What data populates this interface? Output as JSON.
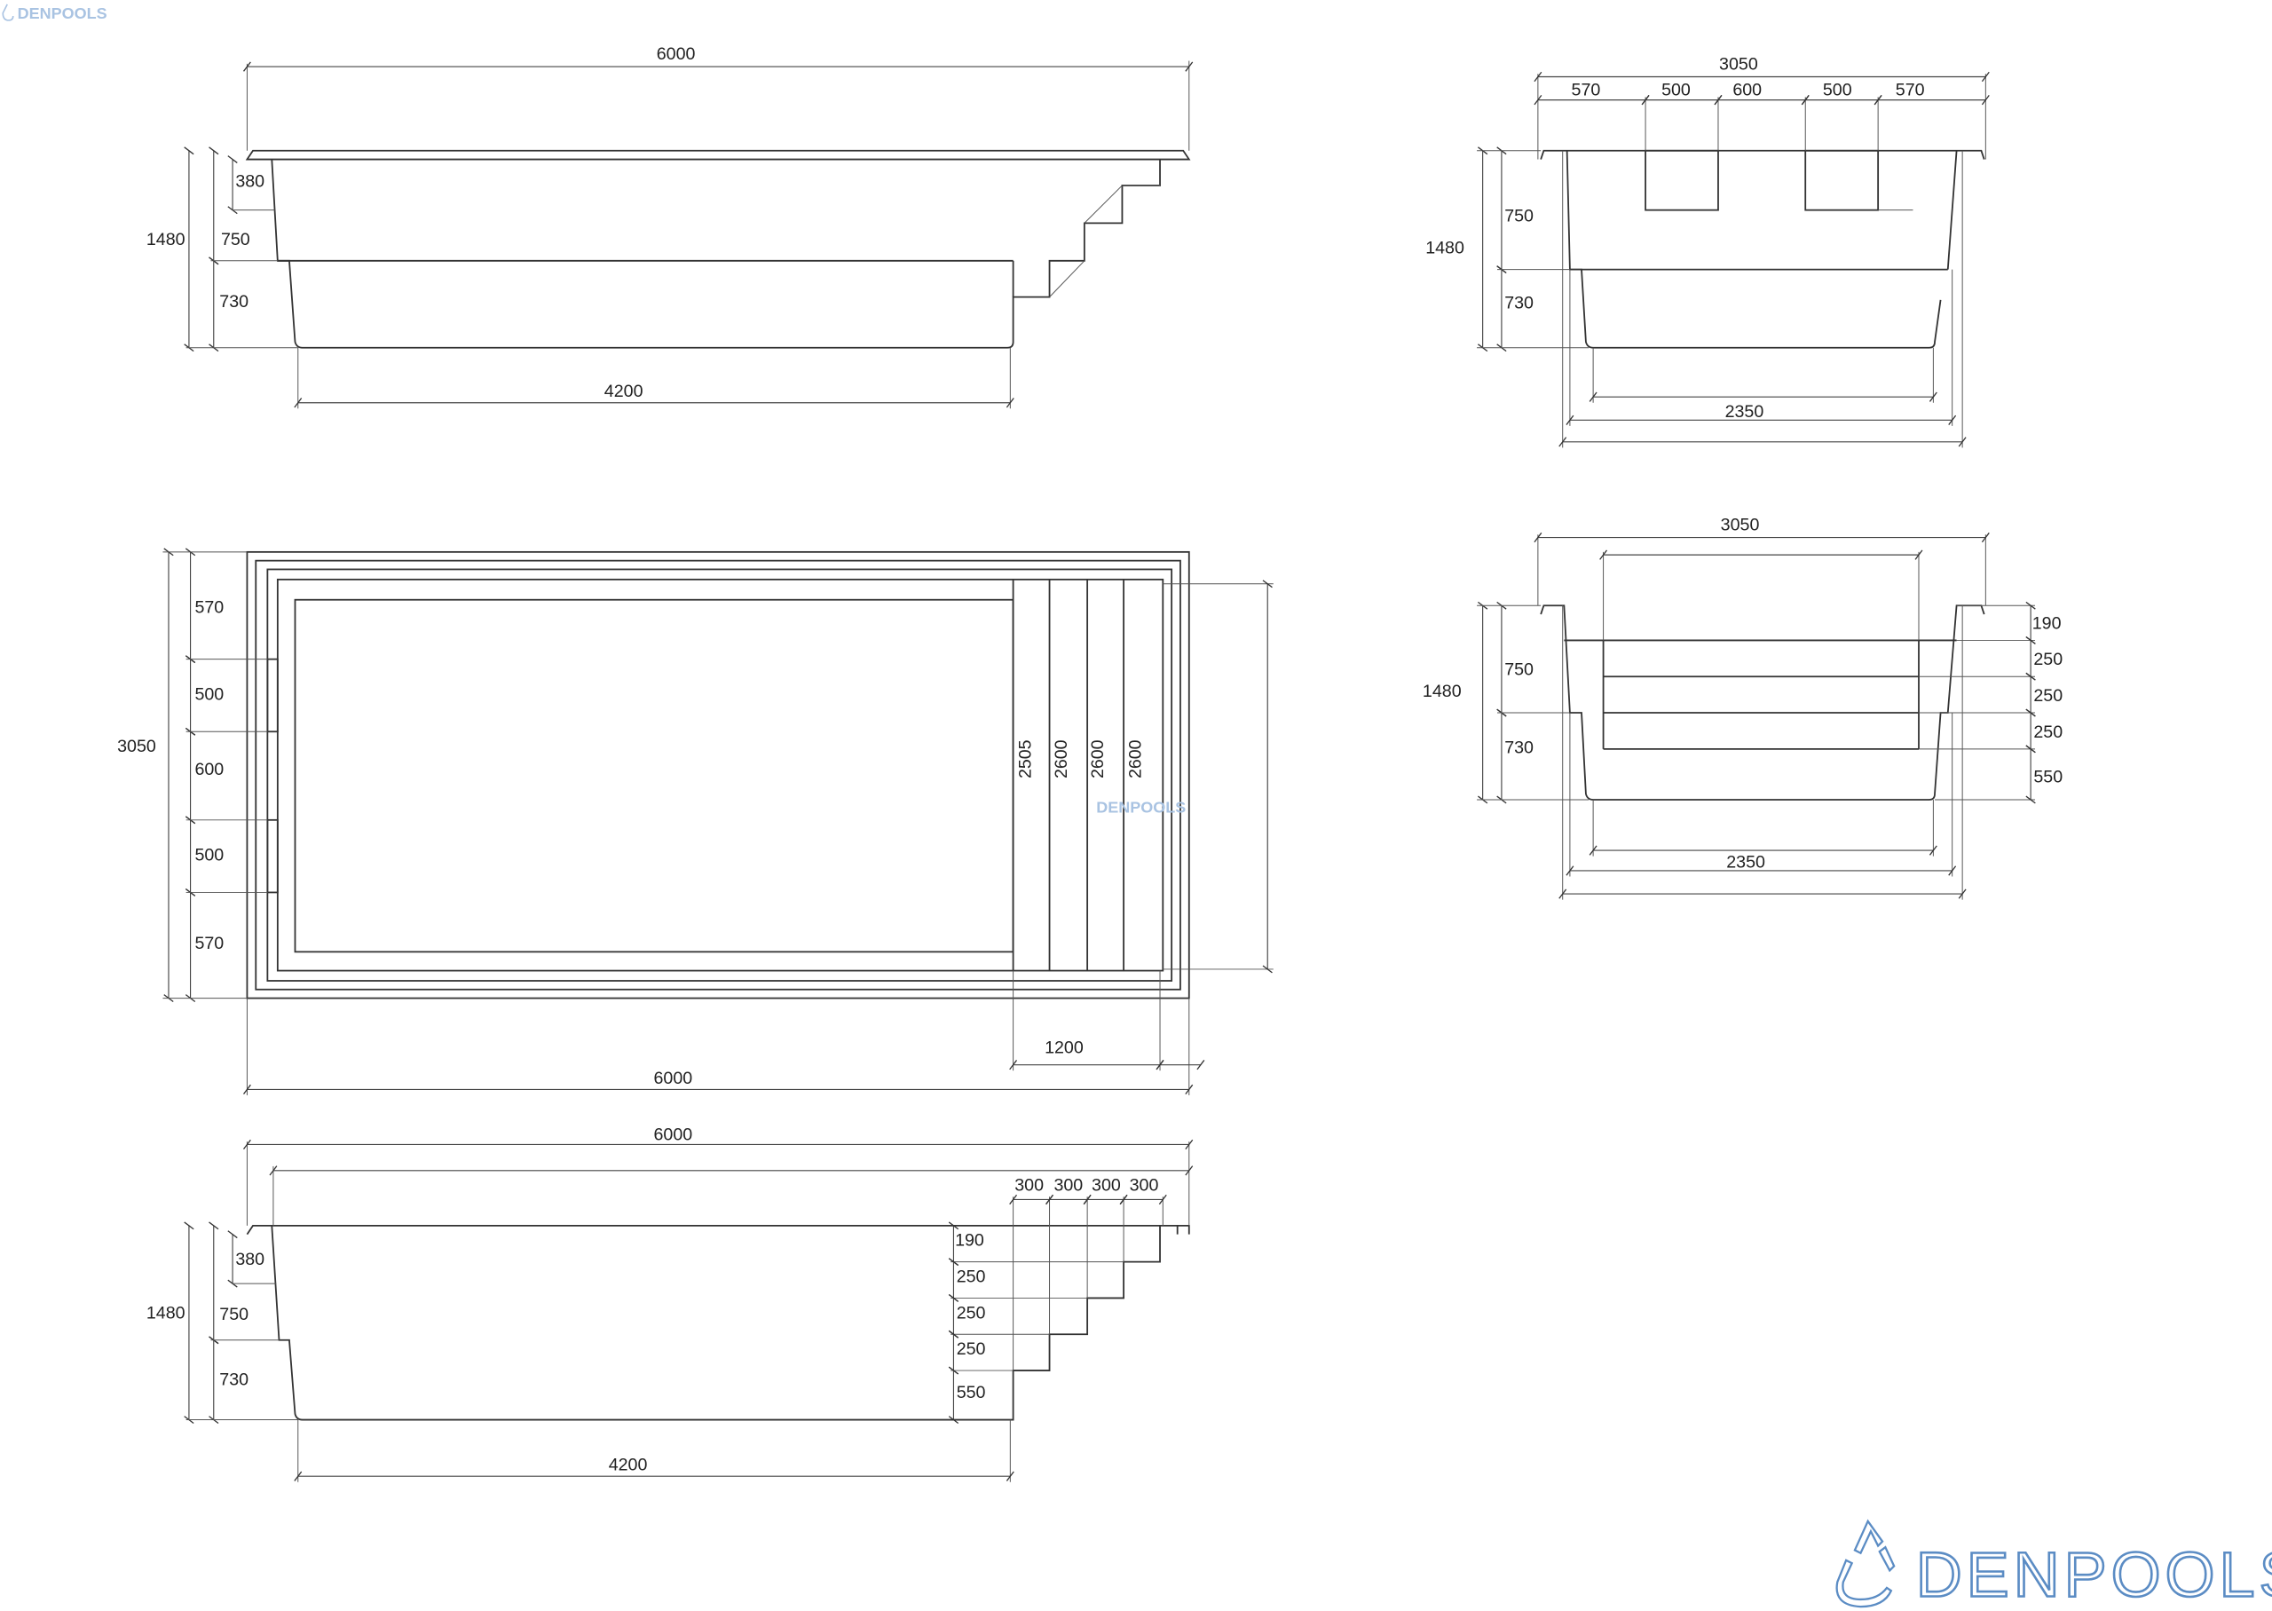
{
  "brand": {
    "name": "DENPOOLS",
    "color": "#5b8cc4",
    "watermark_color": "#a9c3e2"
  },
  "side_view_top": {
    "overall_length": "6000",
    "deep_length": "4200",
    "total_depth": "1480",
    "shallow_depth": "750",
    "deep_step": "730",
    "bench": "380"
  },
  "plan_view": {
    "width": "3050",
    "segments": [
      "570",
      "500",
      "600",
      "500",
      "570"
    ],
    "step_lengths": [
      "2505",
      "2600",
      "2600",
      "2600"
    ],
    "stair_zone": "1200",
    "overall_length": "6000"
  },
  "side_view_bottom": {
    "overall_length": "6000",
    "step_widths": [
      "300",
      "300",
      "300",
      "300"
    ],
    "step_heights": [
      "190",
      "250",
      "250",
      "250",
      "550"
    ],
    "total_depth": "1480",
    "shallow_depth": "750",
    "deep_step": "730",
    "bench": "380",
    "deep_length": "4200"
  },
  "end_section_skimmers": {
    "width": "3050",
    "segments": [
      "570",
      "500",
      "600",
      "500",
      "570"
    ],
    "total_depth": "1480",
    "shallow_depth": "750",
    "deep_step": "730",
    "floor_width": "2350"
  },
  "end_section_stairs": {
    "width": "3050",
    "step_heights": [
      "190",
      "250",
      "250",
      "250",
      "550"
    ],
    "total_depth": "1480",
    "shallow_depth": "750",
    "deep_step": "730",
    "floor_width": "2350"
  }
}
